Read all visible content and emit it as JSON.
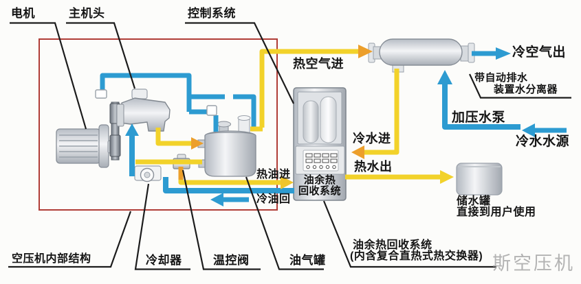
{
  "diagram": {
    "top_labels": {
      "motor": "电机",
      "main_head": "主机头",
      "control_system": "控制系统"
    },
    "flow_labels": {
      "hot_air_in": "热空气进",
      "cold_air_out": "冷空气出",
      "separator_line1": "带自动排水",
      "separator_line2": "装置水分离器",
      "pressure_pump": "加压水泵",
      "cold_water_source": "冷水水源",
      "cold_water_in": "冷水进",
      "hot_water_out": "热水出",
      "hot_oil_in": "热油进",
      "cold_oil_return": "冷油回"
    },
    "cabinet": {
      "line1": "油余热",
      "line2": "回收系统"
    },
    "storage": {
      "name": "储水罐",
      "note": "直接到用户使用"
    },
    "bottom_labels": {
      "compressor_internal": "空压机内部结构",
      "cooler": "冷却器",
      "temp_valve": "温控阀",
      "oil_gas_tank": "油气罐",
      "recovery_line1": "油余热回收系统",
      "recovery_line2": "(内含复合直热式热交换器)"
    },
    "watermark": "斯空压机",
    "colors": {
      "hot_pipe_yellow": "#F2D22A",
      "hot_arrow_orange": "#EC9F2B",
      "cold_pipe_blue": "#2D9BD1",
      "boundary_red": "#B03C36",
      "watermark_gray": "#B3B3B3"
    }
  }
}
